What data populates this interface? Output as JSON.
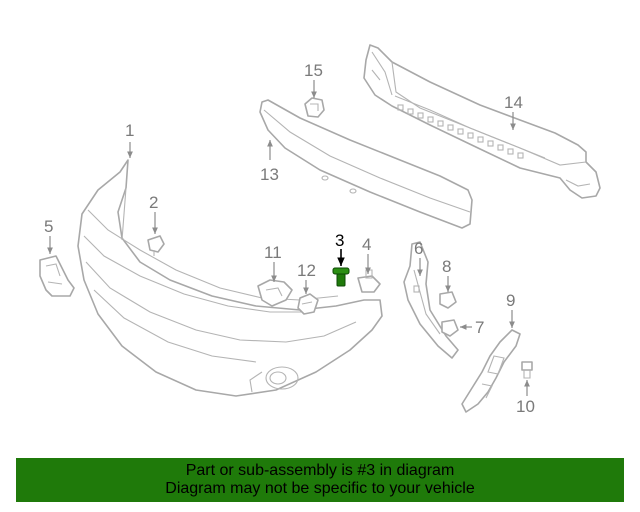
{
  "callouts": {
    "c1": "1",
    "c2": "2",
    "c3": "3",
    "c4": "4",
    "c5": "5",
    "c6": "6",
    "c7": "7",
    "c8": "8",
    "c9": "9",
    "c10": "10",
    "c11": "11",
    "c12": "12",
    "c13": "13",
    "c14": "14",
    "c15": "15"
  },
  "highlight": {
    "part": "3",
    "color": "#1f7a0a"
  },
  "banner": {
    "line1": "Part or sub-assembly is #3 in diagram",
    "line2": "Diagram may not be specific to your vehicle",
    "color": "#1f7a0a"
  }
}
